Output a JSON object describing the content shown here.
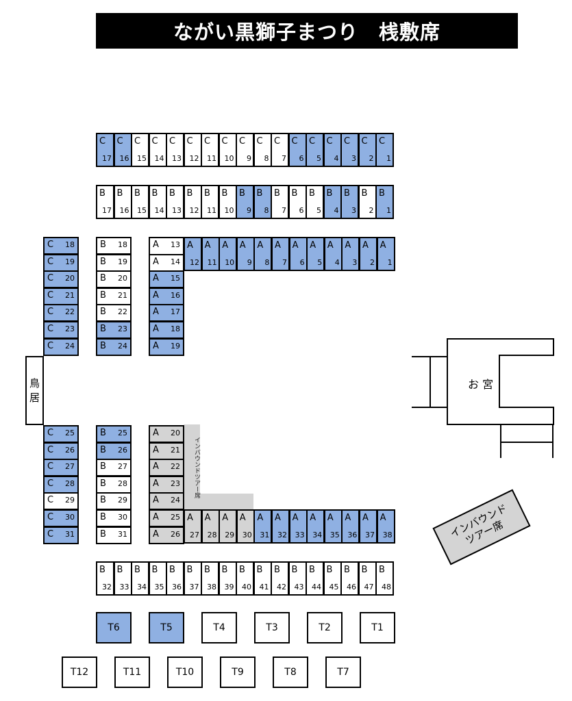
{
  "title": "ながい黒獅子まつり　桟敷席",
  "colors": {
    "reserved": "#8fb0e2",
    "inbound": "#d4d4d4",
    "available": "#ffffff",
    "border": "#000000"
  },
  "rows": {
    "c_top": [
      {
        "l": "C",
        "n": "17",
        "s": "b"
      },
      {
        "l": "C",
        "n": "16",
        "s": "b"
      },
      {
        "l": "C",
        "n": "15",
        "s": "w"
      },
      {
        "l": "C",
        "n": "14",
        "s": "w"
      },
      {
        "l": "C",
        "n": "13",
        "s": "w"
      },
      {
        "l": "C",
        "n": "12",
        "s": "w"
      },
      {
        "l": "C",
        "n": "11",
        "s": "w"
      },
      {
        "l": "C",
        "n": "10",
        "s": "w"
      },
      {
        "l": "C",
        "n": "9",
        "s": "w"
      },
      {
        "l": "C",
        "n": "8",
        "s": "w"
      },
      {
        "l": "C",
        "n": "7",
        "s": "w"
      },
      {
        "l": "C",
        "n": "6",
        "s": "b"
      },
      {
        "l": "C",
        "n": "5",
        "s": "b"
      },
      {
        "l": "C",
        "n": "4",
        "s": "b"
      },
      {
        "l": "C",
        "n": "3",
        "s": "b"
      },
      {
        "l": "C",
        "n": "2",
        "s": "b"
      },
      {
        "l": "C",
        "n": "1",
        "s": "b"
      }
    ],
    "b_top": [
      {
        "l": "B",
        "n": "17",
        "s": "w"
      },
      {
        "l": "B",
        "n": "16",
        "s": "w"
      },
      {
        "l": "B",
        "n": "15",
        "s": "w"
      },
      {
        "l": "B",
        "n": "14",
        "s": "w"
      },
      {
        "l": "B",
        "n": "13",
        "s": "w"
      },
      {
        "l": "B",
        "n": "12",
        "s": "w"
      },
      {
        "l": "B",
        "n": "11",
        "s": "w"
      },
      {
        "l": "B",
        "n": "10",
        "s": "w"
      },
      {
        "l": "B",
        "n": "9",
        "s": "b"
      },
      {
        "l": "B",
        "n": "8",
        "s": "b"
      },
      {
        "l": "B",
        "n": "7",
        "s": "w"
      },
      {
        "l": "B",
        "n": "6",
        "s": "w"
      },
      {
        "l": "B",
        "n": "5",
        "s": "w"
      },
      {
        "l": "B",
        "n": "4",
        "s": "b"
      },
      {
        "l": "B",
        "n": "3",
        "s": "b"
      },
      {
        "l": "B",
        "n": "2",
        "s": "w"
      },
      {
        "l": "B",
        "n": "1",
        "s": "b"
      }
    ],
    "a_top": [
      {
        "l": "A",
        "n": "13",
        "s": "w"
      },
      {
        "l": "A",
        "n": "12",
        "s": "b"
      },
      {
        "l": "A",
        "n": "11",
        "s": "b"
      },
      {
        "l": "A",
        "n": "10",
        "s": "b"
      },
      {
        "l": "A",
        "n": "9",
        "s": "b"
      },
      {
        "l": "A",
        "n": "8",
        "s": "b"
      },
      {
        "l": "A",
        "n": "7",
        "s": "b"
      },
      {
        "l": "A",
        "n": "6",
        "s": "b"
      },
      {
        "l": "A",
        "n": "5",
        "s": "b"
      },
      {
        "l": "A",
        "n": "4",
        "s": "b"
      },
      {
        "l": "A",
        "n": "3",
        "s": "b"
      },
      {
        "l": "A",
        "n": "2",
        "s": "b"
      },
      {
        "l": "A",
        "n": "1",
        "s": "b"
      }
    ],
    "c_left_upper": [
      {
        "l": "C",
        "n": "18",
        "s": "b"
      },
      {
        "l": "C",
        "n": "19",
        "s": "b"
      },
      {
        "l": "C",
        "n": "20",
        "s": "b"
      },
      {
        "l": "C",
        "n": "21",
        "s": "b"
      },
      {
        "l": "C",
        "n": "22",
        "s": "b"
      },
      {
        "l": "C",
        "n": "23",
        "s": "b"
      },
      {
        "l": "C",
        "n": "24",
        "s": "b"
      }
    ],
    "b_left_upper": [
      {
        "l": "B",
        "n": "18",
        "s": "w"
      },
      {
        "l": "B",
        "n": "19",
        "s": "w"
      },
      {
        "l": "B",
        "n": "20",
        "s": "w"
      },
      {
        "l": "B",
        "n": "21",
        "s": "w"
      },
      {
        "l": "B",
        "n": "22",
        "s": "w"
      },
      {
        "l": "B",
        "n": "23",
        "s": "b"
      },
      {
        "l": "B",
        "n": "24",
        "s": "b"
      }
    ],
    "a_left_upper": [
      {
        "l": "A",
        "n": "14",
        "s": "w"
      },
      {
        "l": "A",
        "n": "15",
        "s": "b"
      },
      {
        "l": "A",
        "n": "16",
        "s": "b"
      },
      {
        "l": "A",
        "n": "17",
        "s": "b"
      },
      {
        "l": "A",
        "n": "18",
        "s": "b"
      },
      {
        "l": "A",
        "n": "19",
        "s": "b"
      }
    ],
    "c_left_lower": [
      {
        "l": "C",
        "n": "25",
        "s": "b"
      },
      {
        "l": "C",
        "n": "26",
        "s": "b"
      },
      {
        "l": "C",
        "n": "27",
        "s": "b"
      },
      {
        "l": "C",
        "n": "28",
        "s": "b"
      },
      {
        "l": "C",
        "n": "29",
        "s": "w"
      },
      {
        "l": "C",
        "n": "30",
        "s": "b"
      },
      {
        "l": "C",
        "n": "31",
        "s": "b"
      }
    ],
    "b_left_lower": [
      {
        "l": "B",
        "n": "25",
        "s": "b"
      },
      {
        "l": "B",
        "n": "26",
        "s": "b"
      },
      {
        "l": "B",
        "n": "27",
        "s": "w"
      },
      {
        "l": "B",
        "n": "28",
        "s": "w"
      },
      {
        "l": "B",
        "n": "29",
        "s": "w"
      },
      {
        "l": "B",
        "n": "30",
        "s": "w"
      },
      {
        "l": "B",
        "n": "31",
        "s": "w"
      }
    ],
    "a_left_lower": [
      {
        "l": "A",
        "n": "20",
        "s": "g"
      },
      {
        "l": "A",
        "n": "21",
        "s": "g"
      },
      {
        "l": "A",
        "n": "22",
        "s": "g"
      },
      {
        "l": "A",
        "n": "23",
        "s": "g"
      },
      {
        "l": "A",
        "n": "24",
        "s": "g"
      },
      {
        "l": "A",
        "n": "25",
        "s": "g"
      },
      {
        "l": "A",
        "n": "26",
        "s": "g"
      }
    ],
    "a_bottom": [
      {
        "l": "A",
        "n": "27",
        "s": "g"
      },
      {
        "l": "A",
        "n": "28",
        "s": "g"
      },
      {
        "l": "A",
        "n": "29",
        "s": "g"
      },
      {
        "l": "A",
        "n": "30",
        "s": "g"
      },
      {
        "l": "A",
        "n": "31",
        "s": "b"
      },
      {
        "l": "A",
        "n": "32",
        "s": "b"
      },
      {
        "l": "A",
        "n": "33",
        "s": "b"
      },
      {
        "l": "A",
        "n": "34",
        "s": "b"
      },
      {
        "l": "A",
        "n": "35",
        "s": "b"
      },
      {
        "l": "A",
        "n": "36",
        "s": "b"
      },
      {
        "l": "A",
        "n": "37",
        "s": "b"
      },
      {
        "l": "A",
        "n": "38",
        "s": "b"
      }
    ],
    "b_bottom": [
      {
        "l": "B",
        "n": "32",
        "s": "w"
      },
      {
        "l": "B",
        "n": "33",
        "s": "w"
      },
      {
        "l": "B",
        "n": "34",
        "s": "w"
      },
      {
        "l": "B",
        "n": "35",
        "s": "w"
      },
      {
        "l": "B",
        "n": "36",
        "s": "w"
      },
      {
        "l": "B",
        "n": "37",
        "s": "w"
      },
      {
        "l": "B",
        "n": "38",
        "s": "w"
      },
      {
        "l": "B",
        "n": "39",
        "s": "w"
      },
      {
        "l": "B",
        "n": "40",
        "s": "w"
      },
      {
        "l": "B",
        "n": "41",
        "s": "w"
      },
      {
        "l": "B",
        "n": "42",
        "s": "w"
      },
      {
        "l": "B",
        "n": "43",
        "s": "w"
      },
      {
        "l": "B",
        "n": "44",
        "s": "w"
      },
      {
        "l": "B",
        "n": "45",
        "s": "w"
      },
      {
        "l": "B",
        "n": "46",
        "s": "w"
      },
      {
        "l": "B",
        "n": "47",
        "s": "w"
      },
      {
        "l": "B",
        "n": "48",
        "s": "w"
      }
    ],
    "t_row1": [
      {
        "n": "T6",
        "s": "b"
      },
      {
        "n": "T5",
        "s": "b"
      },
      {
        "n": "T4",
        "s": "w"
      },
      {
        "n": "T3",
        "s": "w"
      },
      {
        "n": "T2",
        "s": "w"
      },
      {
        "n": "T1",
        "s": "w"
      }
    ],
    "t_row2": [
      {
        "n": "T12",
        "s": "w"
      },
      {
        "n": "T11",
        "s": "w"
      },
      {
        "n": "T10",
        "s": "w"
      },
      {
        "n": "T9",
        "s": "w"
      },
      {
        "n": "T8",
        "s": "w"
      },
      {
        "n": "T7",
        "s": "w"
      }
    ]
  },
  "labels": {
    "inbound_vertical": "インバウンドツアー席",
    "inbound_sign_line1": "インバウンド",
    "inbound_sign_line2": "ツアー席",
    "torii_line1": "鳥",
    "torii_line2": "居",
    "shrine": "お 宮"
  }
}
